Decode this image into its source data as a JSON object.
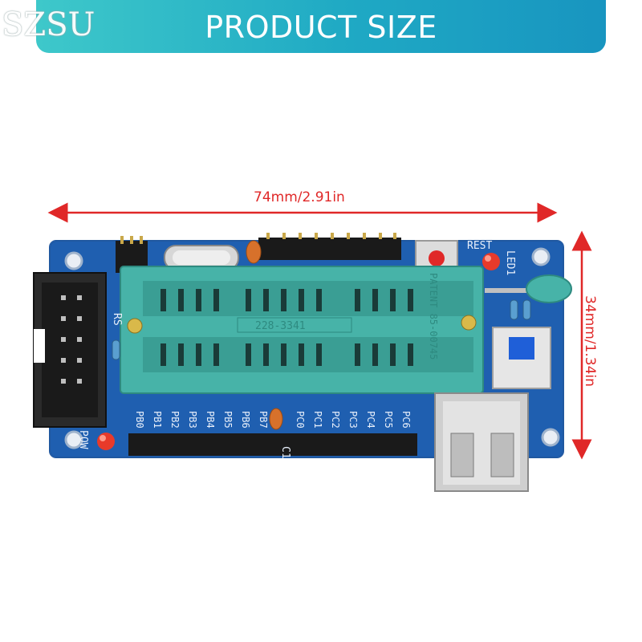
{
  "banner": {
    "title": "PRODUCT SIZE",
    "brand": "SZSU"
  },
  "dimensions": {
    "width_label": "74mm/2.91in",
    "height_label": "34mm/1.34in"
  },
  "board": {
    "silkscreen": {
      "socket_code": "228-3341",
      "patent_text": "PATENT 85-00745",
      "rest_label": "REST",
      "led_label": "LED1",
      "pow_label": "POW",
      "port_b_labels": [
        "PB0",
        "PB1",
        "PB2",
        "PB3",
        "PB4",
        "PB5",
        "PB6",
        "PB7"
      ],
      "port_c_labels": [
        "PC0",
        "PC1",
        "PC2",
        "PC3",
        "PC4",
        "PC5",
        "PC6"
      ],
      "c1_label": "C1",
      "rs_label": "RS"
    }
  },
  "colors": {
    "pcb": "#1f5fb0",
    "socket": "#47b3a8",
    "banner": "#22aac5",
    "arrow": "#e02828"
  }
}
